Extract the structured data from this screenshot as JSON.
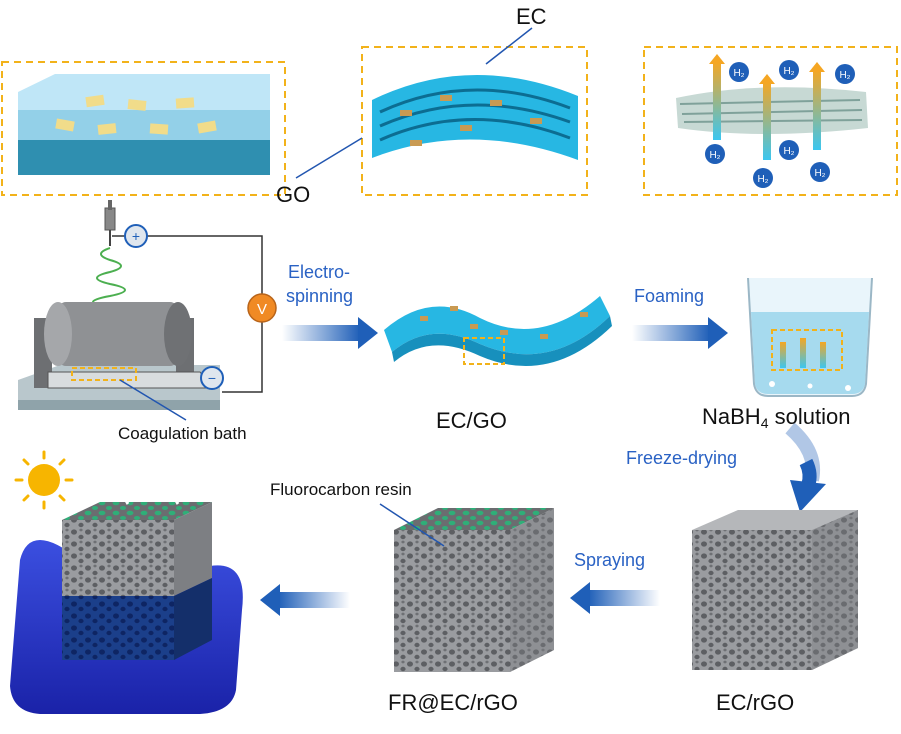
{
  "labels": {
    "ec": "EC",
    "go": "GO",
    "coagulation_bath": "Coagulation bath",
    "ec_go": "EC/GO",
    "nabh4_prefix": "NaBH",
    "nabh4_sub": "4",
    "nabh4_suffix": " solution",
    "fluorocarbon_resin": "Fluorocarbon resin",
    "fr_ec_rgo": "FR@EC/rGO",
    "ec_rgo": "EC/rGO",
    "voltmeter": "V",
    "plus": "+",
    "minus": "−",
    "h2": "H₂"
  },
  "steps": {
    "electrospinning_line1": "Electro-",
    "electrospinning_line2": "spinning",
    "foaming": "Foaming",
    "freeze_drying": "Freeze-drying",
    "spraying": "Spraying"
  },
  "colors": {
    "step_text": "#2a62c4",
    "arrow_blue": "#1f5fb8",
    "dash_orange": "#f2b21a",
    "fiber_cyan": "#27b7e3",
    "go_flake": "#c99a52",
    "foam_gray": "#8d8f93",
    "resin_green": "#2fae78",
    "water_blue": "#2233c8",
    "sun_yellow": "#f7b500"
  }
}
